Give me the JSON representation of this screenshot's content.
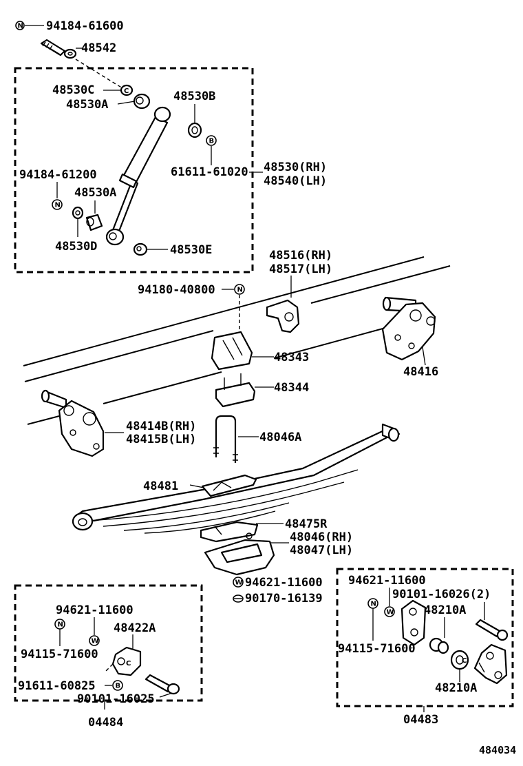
{
  "labels": {
    "p94184_61600": "94184-61600",
    "p48542": "48542",
    "p48530C": "48530C",
    "p48530A_top": "48530A",
    "p48530B": "48530B",
    "p61611_61020": "61611-61020",
    "p48530_rh": "48530(RH)",
    "p48540_lh": "48540(LH)",
    "p94184_61200": "94184-61200",
    "p48530A_mid": "48530A",
    "p48530D": "48530D",
    "p48530E": "48530E",
    "p48516_rh": "48516(RH)",
    "p48517_lh": "48517(LH)",
    "p94180_40800": "94180-40800",
    "p48343": "48343",
    "p48416": "48416",
    "p48344": "48344",
    "p48414B_rh": "48414B(RH)",
    "p48415B_lh": "48415B(LH)",
    "p48046A": "48046A",
    "p48481": "48481",
    "p48475R": "48475R",
    "p48046_rh": "48046(RH)",
    "p48047_lh": "48047(LH)",
    "p94621_11600_c": "94621-11600",
    "p90170_16139": "90170-16139",
    "p94621_11600_l": "94621-11600",
    "p48422A": "48422A",
    "p94115_71600_l": "94115-71600",
    "p91611_60825": "91611-60825",
    "p90101_16025": "90101-16025",
    "p04484": "04484",
    "p94621_11600_r": "94621-11600",
    "p90101_16026": "90101-16026(2)",
    "p48210A_top": "48210A",
    "p94115_71600_r": "94115-71600",
    "p48210A_bot": "48210A",
    "p04483": "04483",
    "diagram_id": "484034"
  },
  "symbols": {
    "nut": "N",
    "washer": "W",
    "bolt": "B",
    "clip": "C"
  }
}
